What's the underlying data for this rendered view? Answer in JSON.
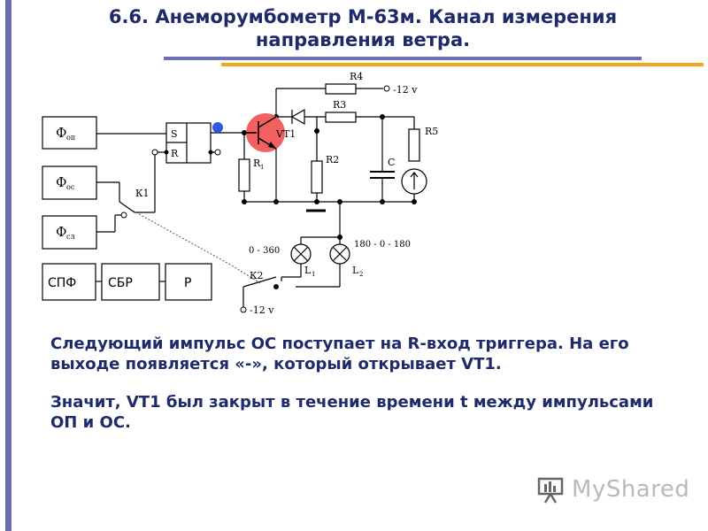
{
  "slide": {
    "title": "6.6. Анеморумбометр М-63м. Канал измерения направления ветра.",
    "paragraph1": "Следующий импульс ОС поступает на R-вход триггера. На его выходе появляется «-», который открывает VT1.",
    "paragraph2": "Значит, VT1 был закрыт в течение времени t между импульсами ОП и ОС."
  },
  "diagram": {
    "phi_op": "Ф",
    "phi_op_sub": "оп",
    "phi_os": "Ф",
    "phi_os_sub": "ос",
    "phi_sl": "Ф",
    "phi_sl_sub": "сл",
    "spf": "СПФ",
    "sbr": "СБР",
    "r_block": "Р",
    "trigger_s": "S",
    "trigger_r": "R",
    "k1": "К1",
    "k2": "К2",
    "vt1": "VT1",
    "r1": "R",
    "r1_sub": "1",
    "r2": "R2",
    "r3": "R3",
    "r4": "R4",
    "r5": "R5",
    "c": "С",
    "minus12_top": "-12 v",
    "minus12_bottom": "-12 v",
    "range_0_360": "0 - 360",
    "range_180": "180 - 0 - 180",
    "l1": "L",
    "l1_sub": "1",
    "l2": "L",
    "l2_sub": "2"
  },
  "logo": {
    "text": "MyShared",
    "icon": "presentation-screen-icon"
  },
  "colors": {
    "title": "#1f2a6b",
    "accent_blue": "#6f6fb8",
    "accent_orange": "#f0a81a",
    "transistor_highlight": "#f26060",
    "indicator_dot": "#2f5ae0"
  }
}
